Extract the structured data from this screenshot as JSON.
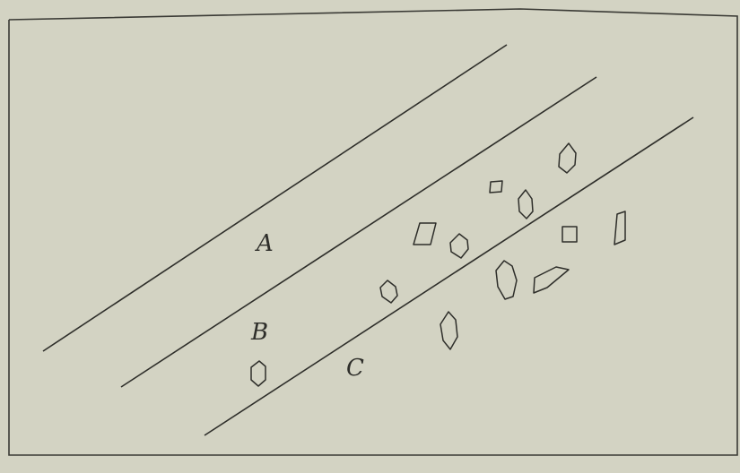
{
  "figure": {
    "background_color": "#d3d3c3",
    "ink_color": "#2e2e2a",
    "labels": {
      "a": "A",
      "b": "B",
      "c": "C"
    }
  }
}
